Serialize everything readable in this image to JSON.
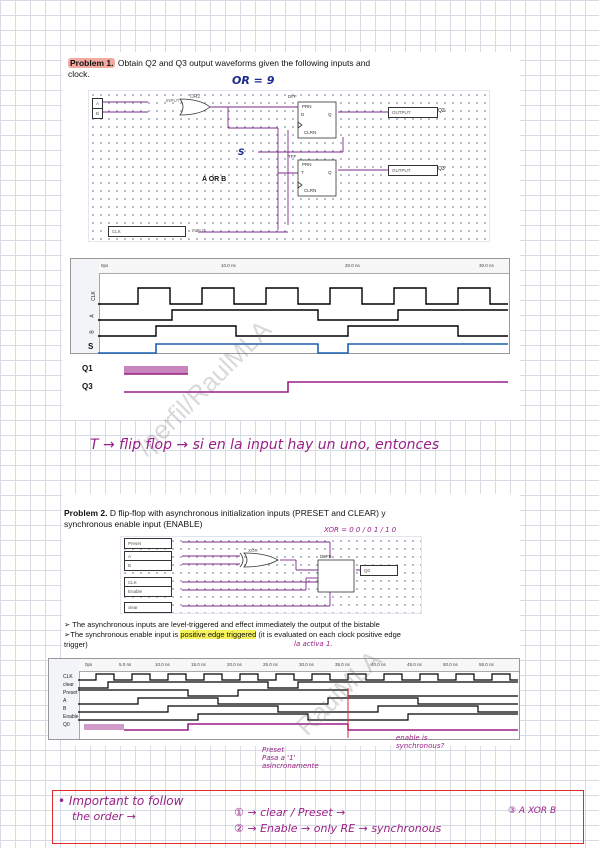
{
  "problem1": {
    "label": "Problem 1.",
    "text": "Obtain Q2 and Q3 output waveforms given the following inputs and",
    "text2": "clock.",
    "inputs": [
      "A",
      "B",
      "CLK"
    ],
    "input_tag": "INPUT",
    "gate": "OR2",
    "ff_top": "DFF",
    "ff_bottom": "TFF",
    "ff_pins": [
      "PRN",
      "D",
      "Q",
      "CLRN",
      "T"
    ],
    "outputs": [
      "Q2",
      "Q3"
    ],
    "output_tag": "OUTPUT",
    "annotation_or": "OR = 9",
    "annotation_s": "S",
    "annotation_aorb": "A OR B",
    "wave_ticks": [
      "0ps",
      "10.0 ns",
      "20.0 ns",
      "30.0 ns"
    ],
    "wave_signals": [
      "CLK",
      "A",
      "B"
    ],
    "wave_extra": [
      "S",
      "Q1",
      "Q3"
    ]
  },
  "note1": "T → flip flop → si en la input hay un uno, entonces",
  "problem2": {
    "label": "Problem 2.",
    "text": "D flip-flop with asynchronous initialization inputs (PRESET and CLEAR) y",
    "text2": "synchronous enable input (ENABLE)",
    "inputs": [
      "Preset",
      "A",
      "B",
      "CLK",
      "Enable",
      "clear"
    ],
    "gate": "XOR",
    "ff": "DFFE",
    "output": "Q0",
    "annotation_xor": "XOR = 0 0 / 0 1 / 1 0",
    "bullet1": "The asynchronous inputs are level-triggered and effect immediately the output of the bistable",
    "bullet2_pre": "The synchronous enable input is ",
    "bullet2_hl": "positive edge triggered",
    "bullet2_post": " (it is evaluated on each clock positive edge",
    "bullet2_tail": "trigger)",
    "annotation_active": "la activa 1.",
    "wave_ticks": [
      "0ps",
      "5.0 ns",
      "10.0 ns",
      "15.0 ns",
      "20.0 ns",
      "25.0 ns",
      "30.0 ns",
      "35.0 ns",
      "40.0 ns",
      "45.0 ns",
      "50.0 ns",
      "55.0 ns"
    ],
    "wave_signals": [
      "CLK",
      "clear",
      "Preset",
      "A",
      "B",
      "Enable",
      "Q0"
    ],
    "annot_preset1": "Preset",
    "annot_preset2": "Pasa a '1'",
    "annot_preset3": "asíncronamente",
    "annot_enable1": "enable is",
    "annot_enable2": "synchronous?"
  },
  "note2": {
    "line1": "• Important to follow",
    "line2": "the order →",
    "step1": "① → clear / Preset →",
    "step2": "② → Enable → only RE → synchronous",
    "step3": "③ A XOR B"
  },
  "watermark": "/perfil/RaulMLA",
  "watermark2": "RaulMLA",
  "colors": {
    "grid": "#d7dbe4",
    "blue_ink": "#1b2a8c",
    "purple_ink": "#9a1f86",
    "red_box": "#e02b2b",
    "highlight": "#f6f35a"
  }
}
